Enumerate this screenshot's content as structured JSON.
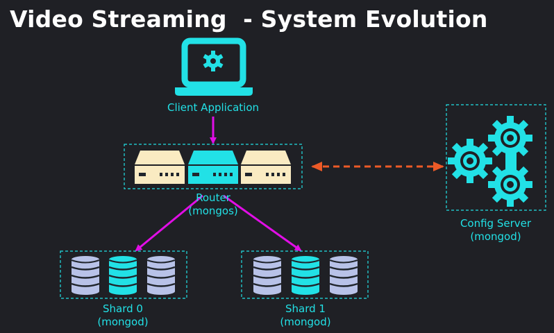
{
  "title": "Video Streaming  - System Evolution",
  "colors": {
    "background": "#1f2025",
    "cyan": "#22e1e6",
    "magenta": "#e10ee6",
    "orange": "#ec5a27",
    "cream": "#faebc2",
    "lavender": "#b8c2e8",
    "dark_detail": "#20252c"
  },
  "nodes": {
    "client": {
      "label": "Client Application",
      "icon": "laptop-gear-icon"
    },
    "router": {
      "label_line1": "Router",
      "label_line2": "(mongos)",
      "icon": "router-server-icon"
    },
    "config": {
      "label_line1": "Config Server",
      "label_line2": "(mongod)",
      "icon": "gears-icon"
    },
    "shard0": {
      "label_line1": "Shard 0",
      "label_line2": "(mongod)",
      "icon": "database-icon"
    },
    "shard1": {
      "label_line1": "Shard 1",
      "label_line2": "(mongod)",
      "icon": "database-icon"
    }
  }
}
